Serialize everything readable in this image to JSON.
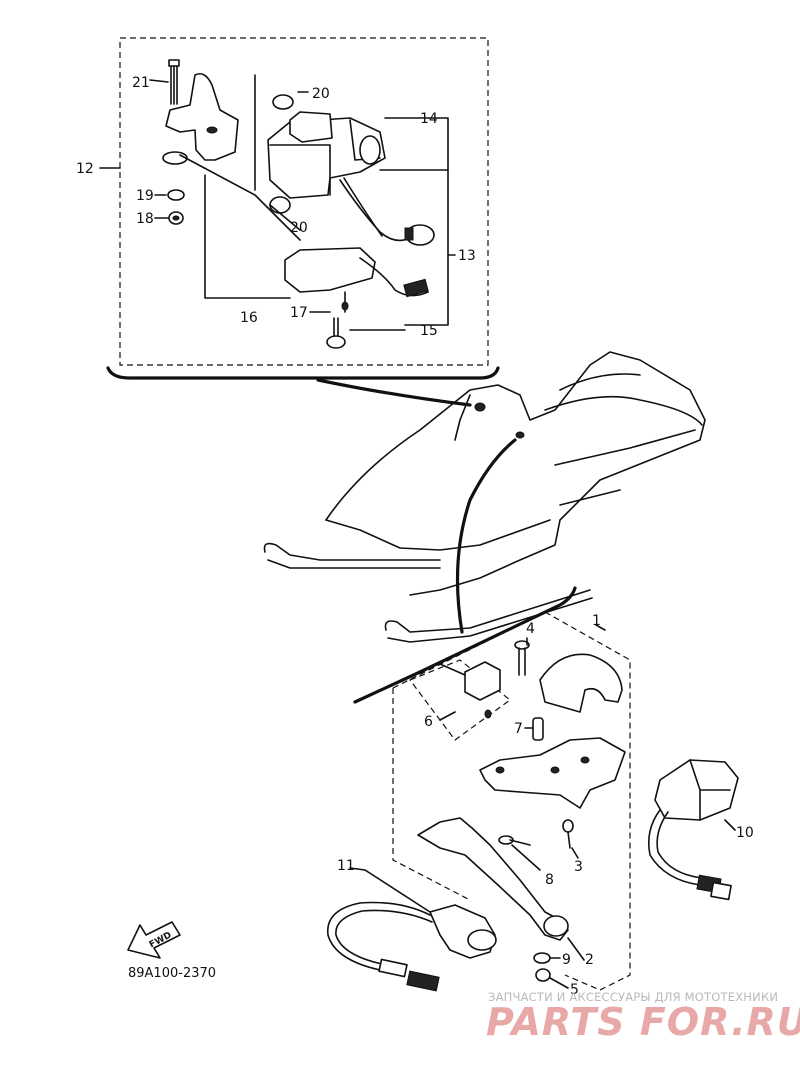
{
  "diagram": {
    "code": "89A100-2370",
    "direction_marker": "FWD",
    "callouts": {
      "p1": "1",
      "p2": "2",
      "p3": "3",
      "p4": "4",
      "p5": "5",
      "p6": "6",
      "p7": "7",
      "p8": "8",
      "p9": "9",
      "p10": "10",
      "p11": "11",
      "p12": "12",
      "p13": "13",
      "p14": "14",
      "p15": "15",
      "p16": "16",
      "p17": "17",
      "p18": "18",
      "p19": "19",
      "p20a": "20",
      "p20b": "20",
      "p21": "21"
    }
  },
  "watermark": {
    "tagline": "ЗАПЧАСТИ И АКСЕССУАРЫ ДЛЯ МОТОТЕХНИКИ",
    "logo": "PARTS FOR.RU",
    "colors": {
      "tagline": "#b9b9b9",
      "logo": "#e8a8a8"
    }
  }
}
